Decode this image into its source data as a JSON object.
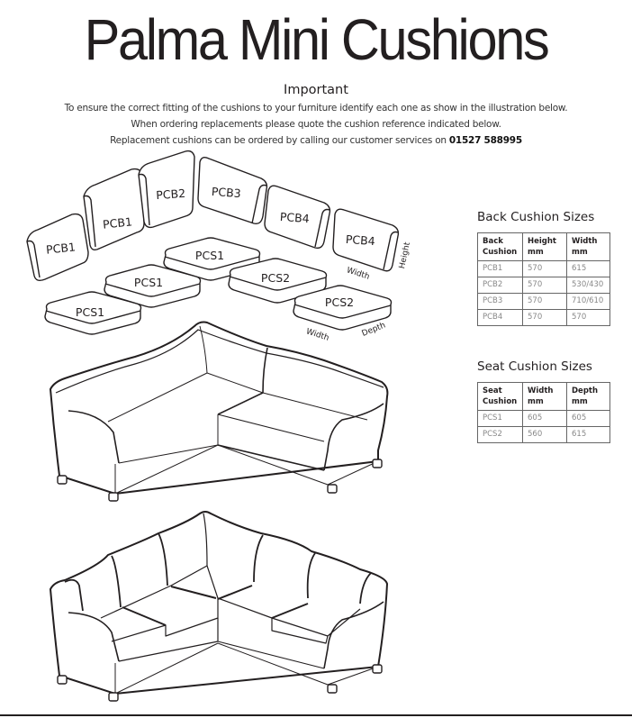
{
  "header": {
    "title": "Palma Mini Cushions",
    "subtitle": "Important",
    "lines": [
      "To ensure the correct fitting of the cushions to your furniture identify each one as show in the illustration below.",
      "When ordering replacements please quote the cushion reference indicated below.",
      "Replacement cushions can be ordered by calling our customer services on "
    ],
    "phone": "01527 588995"
  },
  "diagram": {
    "back_cushions": [
      "PCB1",
      "PCB1",
      "PCB2",
      "PCB3",
      "PCB4",
      "PCB4"
    ],
    "seat_cushions": [
      "PCS1",
      "PCS1",
      "PCS1",
      "PCS2",
      "PCS2"
    ],
    "dimension_labels": {
      "back_width": "Width",
      "back_height": "Height",
      "seat_width": "Width",
      "seat_depth": "Depth"
    }
  },
  "back_table": {
    "title": "Back Cushion Sizes",
    "headers": [
      [
        "Back",
        "Cushion"
      ],
      [
        "Height",
        "mm"
      ],
      [
        "Width",
        "mm"
      ]
    ],
    "rows": [
      [
        "PCB1",
        "570",
        "615"
      ],
      [
        "PCB2",
        "570",
        "530/430"
      ],
      [
        "PCB3",
        "570",
        "710/610"
      ],
      [
        "PCB4",
        "570",
        "570"
      ]
    ]
  },
  "seat_table": {
    "title": "Seat Cushion Sizes",
    "headers": [
      [
        "Seat",
        "Cushion"
      ],
      [
        "Width",
        "mm"
      ],
      [
        "Depth",
        "mm"
      ]
    ],
    "rows": [
      [
        "PCS1",
        "605",
        "605"
      ],
      [
        "PCS2",
        "560",
        "615"
      ]
    ]
  }
}
